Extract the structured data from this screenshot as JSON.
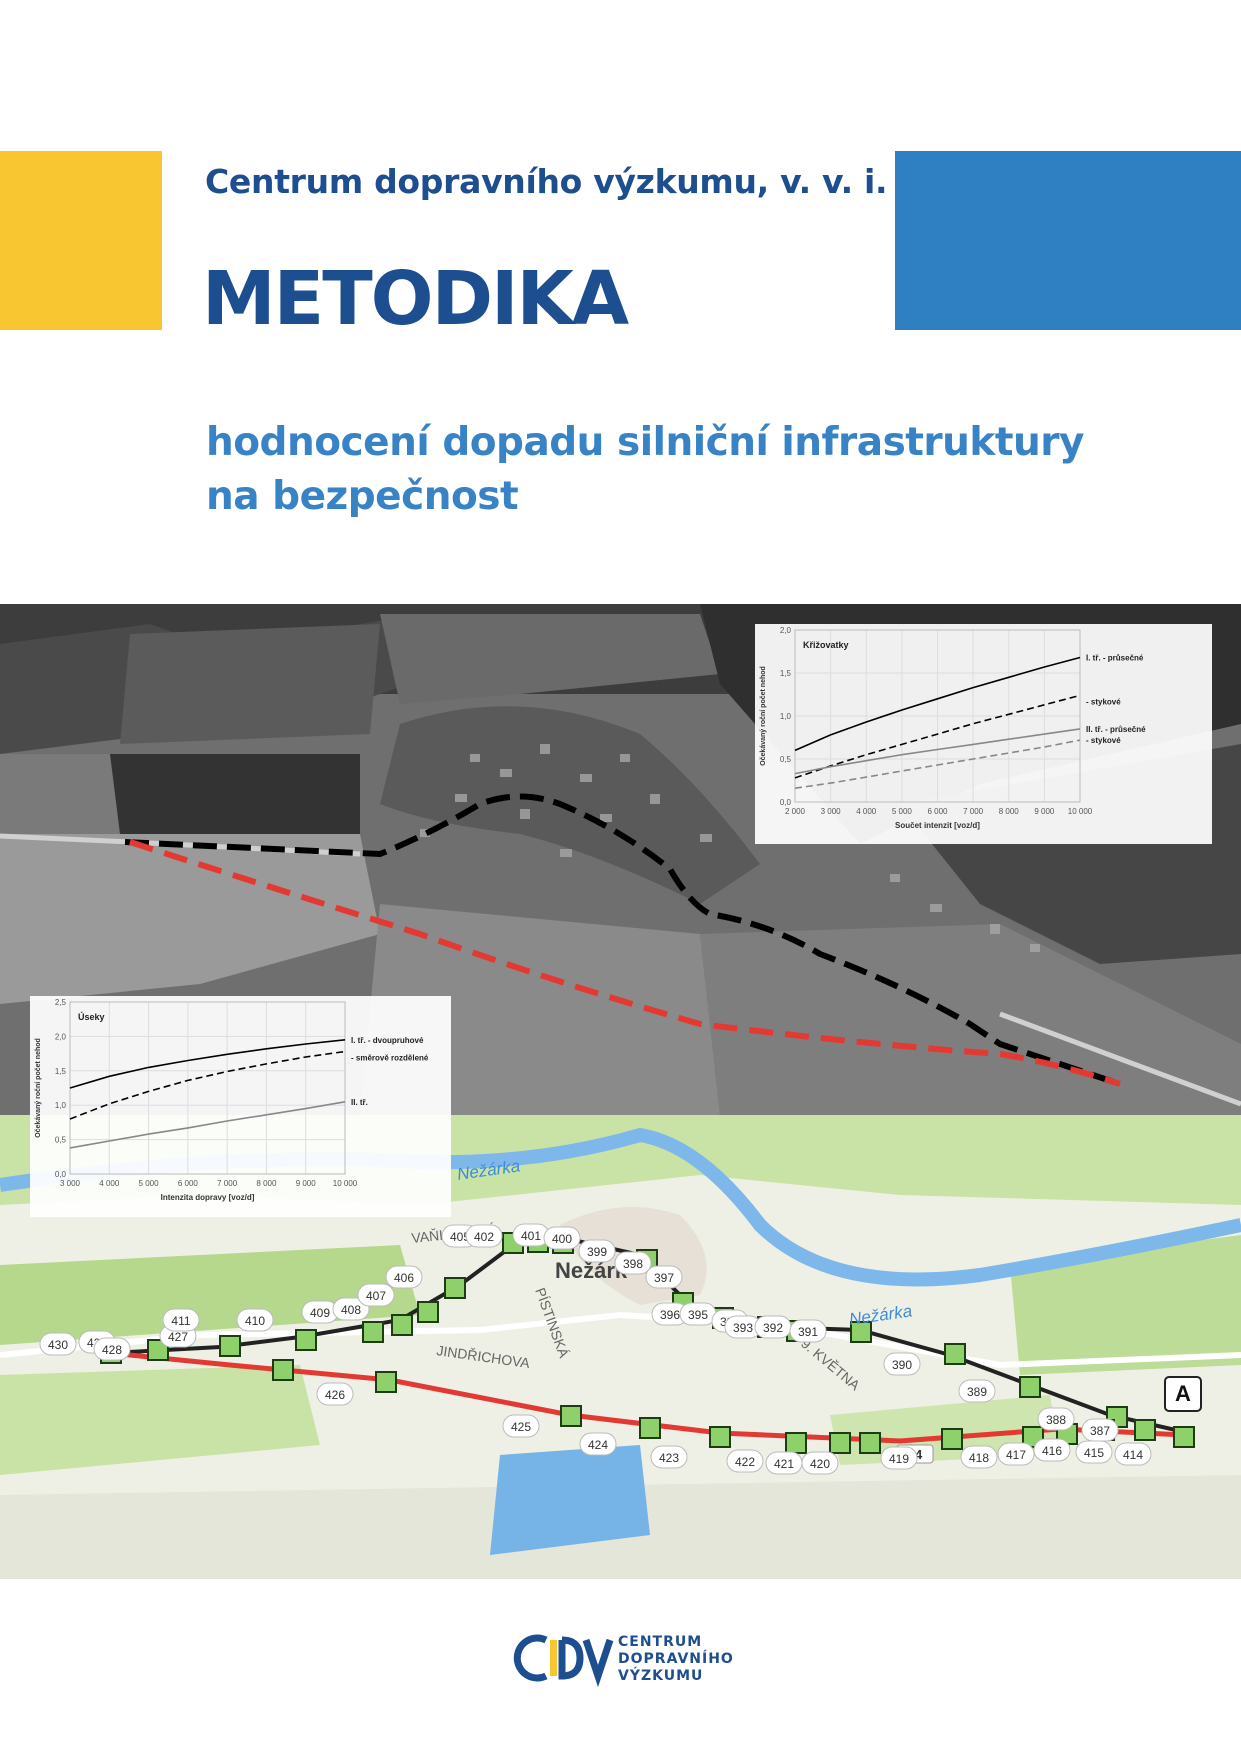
{
  "organization": "Centrum dopravního výzkumu, v. v. i.",
  "title": "METODIKA",
  "subtitle_line1": "hodnocení dopadu silniční infrastruktury",
  "subtitle_line2": "na bezpečnost",
  "colors": {
    "dark_blue": "#1d4e8f",
    "light_blue": "#3883c6",
    "yellow": "#f8c630",
    "accent_blue": "#2f80c3"
  },
  "chart_data": [
    {
      "type": "line",
      "title": "Křižovatky",
      "xlabel": "Součet intenzit [voz/d]",
      "ylabel": "Očekávaný roční počet nehod",
      "x": [
        2000,
        3000,
        4000,
        5000,
        6000,
        7000,
        8000,
        9000,
        10000
      ],
      "x_tick_labels": [
        "2 000",
        "3 000",
        "4 000",
        "5 000",
        "6 000",
        "7 000",
        "8 000",
        "9 000",
        "10 000"
      ],
      "y_tick_labels": [
        "0,0",
        "0,5",
        "1,0",
        "1,5",
        "2,0"
      ],
      "xlim": [
        2000,
        10000
      ],
      "ylim": [
        0,
        2.0
      ],
      "grid": true,
      "series": [
        {
          "name": "I. tř. - průsečné",
          "style": "solid-black",
          "values": [
            0.6,
            0.78,
            0.93,
            1.07,
            1.2,
            1.33,
            1.45,
            1.57,
            1.68
          ]
        },
        {
          "name": "- stykové",
          "style": "dashed-black",
          "values": [
            0.28,
            0.42,
            0.55,
            0.67,
            0.79,
            0.91,
            1.02,
            1.13,
            1.24
          ]
        },
        {
          "name": "II. tř. - průsečné",
          "style": "solid-grey",
          "values": [
            0.33,
            0.41,
            0.48,
            0.55,
            0.61,
            0.67,
            0.73,
            0.79,
            0.85
          ]
        },
        {
          "name": "- stykové",
          "style": "dashed-grey",
          "values": [
            0.16,
            0.22,
            0.29,
            0.36,
            0.43,
            0.5,
            0.57,
            0.64,
            0.72
          ]
        }
      ]
    },
    {
      "type": "line",
      "title": "Úseky",
      "xlabel": "Intenzita dopravy [voz/d]",
      "ylabel": "Očekávaný roční počet nehod",
      "x": [
        3000,
        4000,
        5000,
        6000,
        7000,
        8000,
        9000,
        10000
      ],
      "x_tick_labels": [
        "3 000",
        "4 000",
        "5 000",
        "6 000",
        "7 000",
        "8 000",
        "9 000",
        "10 000"
      ],
      "y_tick_labels": [
        "0,0",
        "0,5",
        "1,0",
        "1,5",
        "2,0",
        "2,5"
      ],
      "xlim": [
        3000,
        10000
      ],
      "ylim": [
        0,
        2.5
      ],
      "grid": true,
      "series": [
        {
          "name": "I. tř. - dvoupruhové",
          "style": "solid-black",
          "values": [
            1.25,
            1.42,
            1.55,
            1.65,
            1.74,
            1.82,
            1.89,
            1.95
          ]
        },
        {
          "name": "- směrově rozdělené",
          "style": "dashed-black",
          "values": [
            0.8,
            1.02,
            1.2,
            1.36,
            1.49,
            1.6,
            1.7,
            1.78
          ]
        },
        {
          "name": "II. tř.",
          "style": "solid-grey",
          "values": [
            0.38,
            0.48,
            0.58,
            0.67,
            0.77,
            0.86,
            0.95,
            1.05
          ]
        }
      ]
    }
  ],
  "map": {
    "labels": {
      "river1": "Nežárka",
      "river2": "Nežárka",
      "street1": "VAŇKOVSKÁ",
      "street2": "JINDŘICHOVA",
      "street3": "PÍSTINSKÁ",
      "street4": "9. KVĚTNA",
      "town": "Nežárk",
      "road_number": "34",
      "marker": "A"
    },
    "points_black": [
      "430",
      "429",
      "428",
      "427",
      "411",
      "410",
      "409",
      "408",
      "407",
      "406",
      "405",
      "402",
      "401",
      "400",
      "399",
      "398",
      "397",
      "396",
      "395",
      "394",
      "393",
      "392",
      "391",
      "390",
      "389",
      "388",
      "387"
    ],
    "points_red": [
      "426",
      "425",
      "424",
      "423",
      "422",
      "421",
      "420",
      "419",
      "418",
      "417",
      "416",
      "415",
      "414"
    ]
  },
  "logo": {
    "line1": "CENTRUM",
    "line2": "DOPRAVNÍHO",
    "line3": "VÝZKUMU"
  }
}
